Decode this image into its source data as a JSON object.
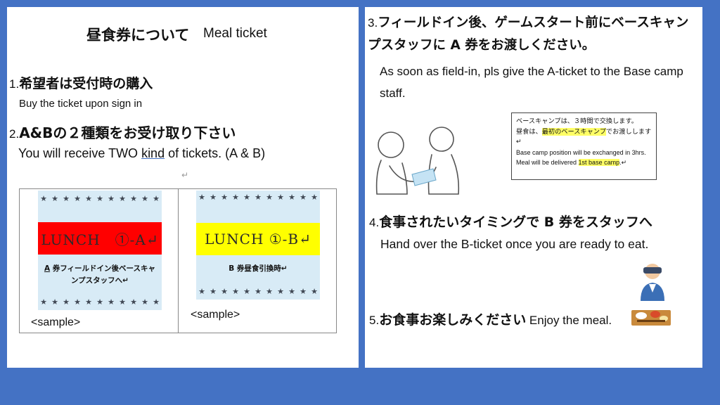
{
  "left": {
    "title_jp": "昼食券について",
    "title_en": "Meal ticket",
    "section1": {
      "num": "1.",
      "head": "希望者は受付時の購入",
      "en": "Buy the ticket upon sign in"
    },
    "section2": {
      "num": "2.",
      "head": "A&Bの２種類をお受け取り下さい",
      "en_before": "You will receive TWO ",
      "en_kind": "kind",
      "en_after": " of tickets. (A & B)"
    },
    "return_mark": "↵",
    "ticket_a": {
      "band": "LUNCH　①-A↵",
      "note_prefix": "A",
      "note": " 券フィールドイン後ベースキャンプスタッフへ↵"
    },
    "ticket_b": {
      "band": "LUNCH ①-B↵",
      "note": "B 券昼食引換時↵"
    },
    "sample_a": "<sample>",
    "sample_b": "<sample>",
    "stars": "★"
  },
  "right": {
    "section3": {
      "num": "3.",
      "head": "フィールドイン後、ゲームスタート前にベースキャンプスタッフに A 券をお渡しください。",
      "en": "As soon as field-in, pls give the A-ticket to the Base camp staff."
    },
    "basecamp_box": {
      "jp_line1": "ベースキャンプは、３時間で交換します。",
      "jp_line2_before": "昼食は、",
      "jp_line2_hl": "最初のベースキャンプ",
      "jp_line2_after": "でお渡しします↵",
      "en_line1": "Base camp position will be exchanged in 3hrs.  Meal will be delivered ",
      "en_hl": "1st base camp",
      "en_after": ".↵"
    },
    "section4": {
      "num": "4.",
      "head": "食事されたいタイミングで B 券をスタッフへ",
      "en": "Hand over the B-ticket once you are ready to eat."
    },
    "section5": {
      "num": "5.",
      "head": "お食事お楽しみください",
      "en": " Enjoy the meal."
    }
  },
  "colors": {
    "background": "#4472c4",
    "band_a": "#ff0000",
    "band_b": "#ffff00",
    "ticket_bg": "#d8ebf6",
    "highlight": "#ffff66"
  },
  "icons": [
    "handover-illustration",
    "person-vr-headset-icon",
    "meal-tray-icon"
  ]
}
